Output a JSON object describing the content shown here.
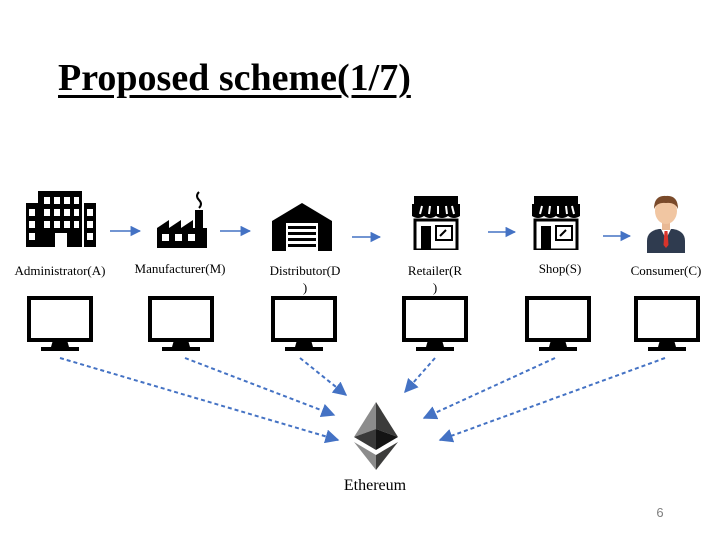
{
  "slide": {
    "title": "Proposed scheme(1/7)",
    "page_number": "6"
  },
  "nodes": {
    "administrator": {
      "label": "Administrator(A)",
      "icon": "office-building-icon"
    },
    "manufacturer": {
      "label": "Manufacturer(M)",
      "icon": "factory-icon"
    },
    "distributor": {
      "label_line1": "Distributor(D",
      "label_line2": ")",
      "icon": "warehouse-icon"
    },
    "retailer": {
      "label_line1": "Retailer(R",
      "label_line2": ")",
      "icon": "storefront-icon"
    },
    "shop": {
      "label": "Shop(S)",
      "icon": "storefront-icon"
    },
    "consumer": {
      "label": "Consumer(C)",
      "icon": "person-icon"
    }
  },
  "blockchain": {
    "label": "Ethereum",
    "icon": "ethereum-logo-icon"
  },
  "colors": {
    "arrow": "#4472c4",
    "icon": "#000000",
    "page_number": "#7f7f7f"
  }
}
